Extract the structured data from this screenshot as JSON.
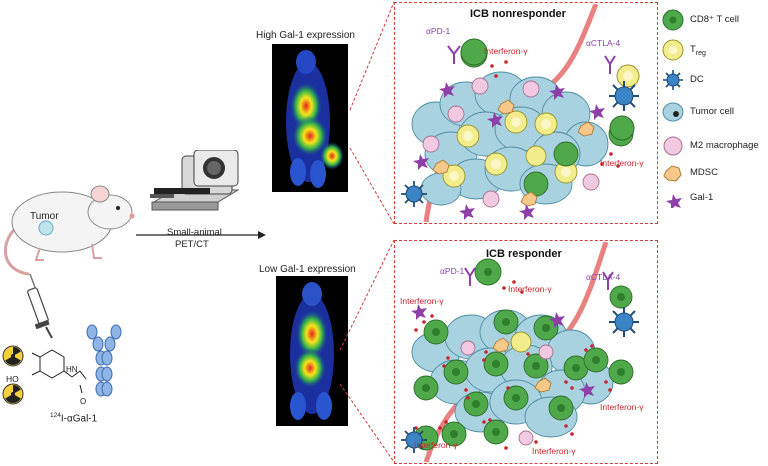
{
  "left": {
    "tumor_label": "Tumor",
    "scanner_label_line1": "Small-animal",
    "scanner_label_line2": "PET/CT",
    "probe_label": "124I-αGal-1",
    "probe_superscript": "124",
    "probe_name": "I-αGal-1",
    "ho_label": "HO",
    "hn_label": "HN",
    "o_label": "O"
  },
  "scans": {
    "high_label": "High Gal-1 expression",
    "low_label": "Low Gal-1 expression"
  },
  "nonresponder": {
    "title": "ICB nonresponder",
    "apd1": "αPD-1",
    "actla4": "αCTLA-4",
    "ifn_top": "Interferon-γ",
    "ifn_right": "Interferon-γ"
  },
  "responder": {
    "title": "ICB responder",
    "apd1": "αPD-1",
    "actla4": "αCTLA-4",
    "ifn_top": "Interferon-γ",
    "ifn_left": "Interferon-γ",
    "ifn_right": "Interferon-γ",
    "ifn_bottom1": "Interferon-γ",
    "ifn_bottom2": "Interferon-γ"
  },
  "legend": {
    "cd8": "CD8⁺ T cell",
    "treg_main": "T",
    "treg_sub": "reg",
    "dc": "DC",
    "tumor": "Tumor cell",
    "m2": "M2 macrophage",
    "mdsc": "MDSC",
    "gal1": "Gal-1"
  },
  "colors": {
    "panel_border": "#d13c3c",
    "cd8": "#4fa84a",
    "treg": "#f3ec8a",
    "tumor": "#a9d2e0",
    "m2": "#f1c9e0",
    "mdsc": "#f6c98a",
    "gal1": "#8e3fa8",
    "interferon": "#c8262d",
    "vessel": "#e56b6b"
  }
}
